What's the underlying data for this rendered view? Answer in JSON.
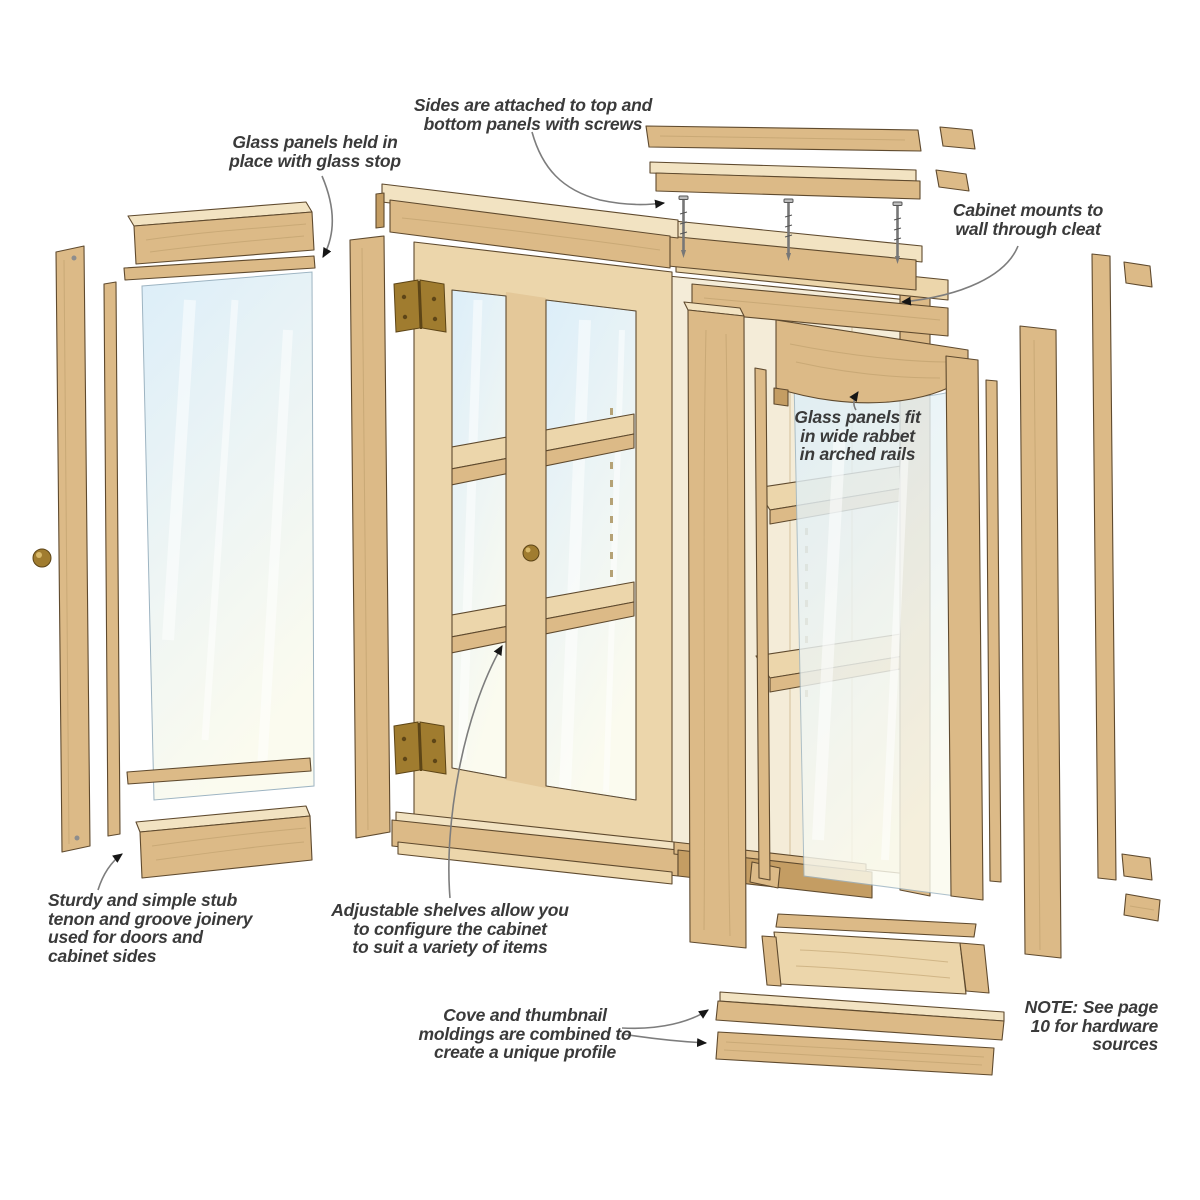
{
  "title": "Wall cabinet exploded-view woodworking diagram",
  "colors": {
    "wood_light": "#ecd6ab",
    "wood_mid": "#dcba87",
    "wood_dark": "#c49d63",
    "wood_top": "#f2e3c2",
    "interior": "#f4ecd8",
    "outline": "#5f4a2e",
    "grain": "#b99a68",
    "glass_top": "#dceef9",
    "glass_bottom": "#fbfbef",
    "brass": "#a07c2f",
    "leader": "#7d7d7d",
    "text": "#3a3a3a"
  },
  "annotations": {
    "screws": {
      "lines": [
        "Sides are attached to top and",
        "bottom panels with screws"
      ]
    },
    "glass_stop": {
      "lines": [
        "Glass panels held in",
        "place with glass stop"
      ]
    },
    "cleat": {
      "lines": [
        "Cabinet mounts to",
        "wall through cleat"
      ]
    },
    "arched_rails": {
      "lines": [
        "Glass panels fit",
        "in wide rabbet",
        "in arched rails"
      ]
    },
    "stub_tenon": {
      "lines": [
        "Sturdy and simple stub",
        "tenon and groove joinery",
        "used for doors and",
        "cabinet sides"
      ]
    },
    "adjustable_shelves": {
      "lines": [
        "Adjustable shelves allow you",
        "to configure the cabinet",
        "to suit a variety of items"
      ]
    },
    "moldings": {
      "lines": [
        "Cove and thumbnail",
        "moldings are combined to",
        "create a unique profile"
      ]
    },
    "note": {
      "bold": "NOTE:",
      "line1_rest": " See page",
      "lines_rest": [
        "10 for hardware",
        "sources"
      ]
    }
  }
}
